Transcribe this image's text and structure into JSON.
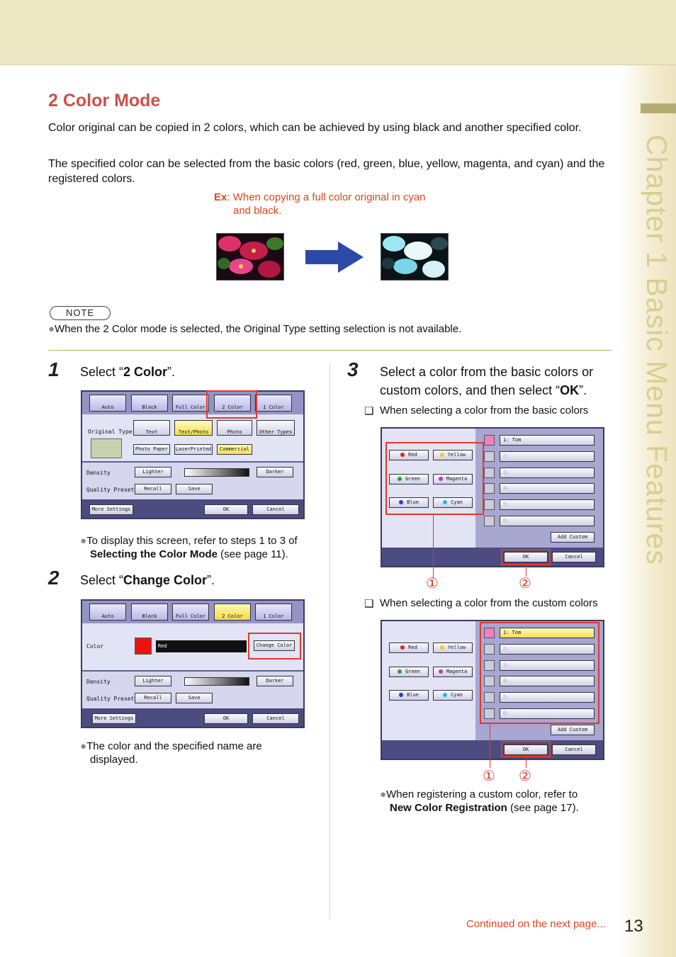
{
  "chapter": "Chapter 1 Basic Menu Features",
  "section_title": "2 Color Mode",
  "intro": [
    "Color original can be copied in 2 colors, which can be achieved by using black and another specified color.",
    "The specified color can be selected from the basic colors (red, green, blue, yellow, magenta, and cyan) and the registered colors."
  ],
  "example": {
    "prefix": "Ex",
    "line1": ": When copying a full color original in cyan",
    "line2": "and black."
  },
  "note": {
    "label": "NOTE",
    "text": "When the 2 Color mode is selected, the Original Type setting selection is not available."
  },
  "step1": {
    "num": "1",
    "pre": "Select “",
    "bold": "2 Color",
    "post": "”.",
    "bullet_l1": "To display this screen, refer to steps 1 to 3 of",
    "bullet_bold": "Selecting the Color Mode",
    "bullet_post": " (see page 11)."
  },
  "step2": {
    "num": "2",
    "pre": "Select “",
    "bold": "Change Color",
    "post": "”.",
    "bullet_l1": "The color and the specified name are",
    "bullet_l2": "displayed."
  },
  "step3": {
    "num": "3",
    "line1": "Select a color from the basic colors or",
    "line2_pre": "custom colors, and then select “",
    "bold": "OK",
    "post": "”.",
    "sub1": "When selecting a color from the basic colors",
    "sub2": "When selecting a color from the custom colors",
    "bullet_l1": "When registering a custom color, refer to",
    "bullet_bold": "New Color Registration",
    "bullet_post": " (see page 17)."
  },
  "screen_a": {
    "tabs": [
      "Auto",
      "Black",
      "Full Color",
      "2 Color",
      "1 Color"
    ],
    "original_type": "Original Type",
    "types_row1": [
      "Text",
      "Text/Photo",
      "Photo",
      "Other Types"
    ],
    "types_row2": [
      "Photo Paper",
      "LaserPrinted",
      "Commercial"
    ],
    "density": "Density",
    "lighter": "Lighter",
    "darker": "Darker",
    "quality": "Quality Presets",
    "recall": "Recall",
    "save": "Save",
    "more": "More Settings",
    "ok": "OK",
    "cancel": "Cancel"
  },
  "screen_b": {
    "tabs": [
      "Auto",
      "Black",
      "Full Color",
      "2 Color",
      "1 Color"
    ],
    "color_label": "Color",
    "color_value": "Red",
    "change_color": "Change Color",
    "density": "Density",
    "lighter": "Lighter",
    "darker": "Darker",
    "quality": "Quality Presets",
    "recall": "Recall",
    "save": "Save",
    "more": "More Settings",
    "ok": "OK",
    "cancel": "Cancel"
  },
  "screen_c": {
    "colors": [
      "Red",
      "Yellow",
      "Green",
      "Magenta",
      "Blue",
      "Cyan"
    ],
    "dot_colors": [
      "#e02020",
      "#f0d000",
      "#10b020",
      "#e020e0",
      "#2040e0",
      "#10c0e0"
    ],
    "custom": [
      "1: Tom",
      "2:",
      "3:",
      "4:",
      "5:",
      "6:"
    ],
    "add_custom": "Add Custom",
    "ok": "OK",
    "cancel": "Cancel"
  },
  "callouts": [
    "①",
    "②"
  ],
  "continued": "Continued on the next page...",
  "page_number": "13"
}
